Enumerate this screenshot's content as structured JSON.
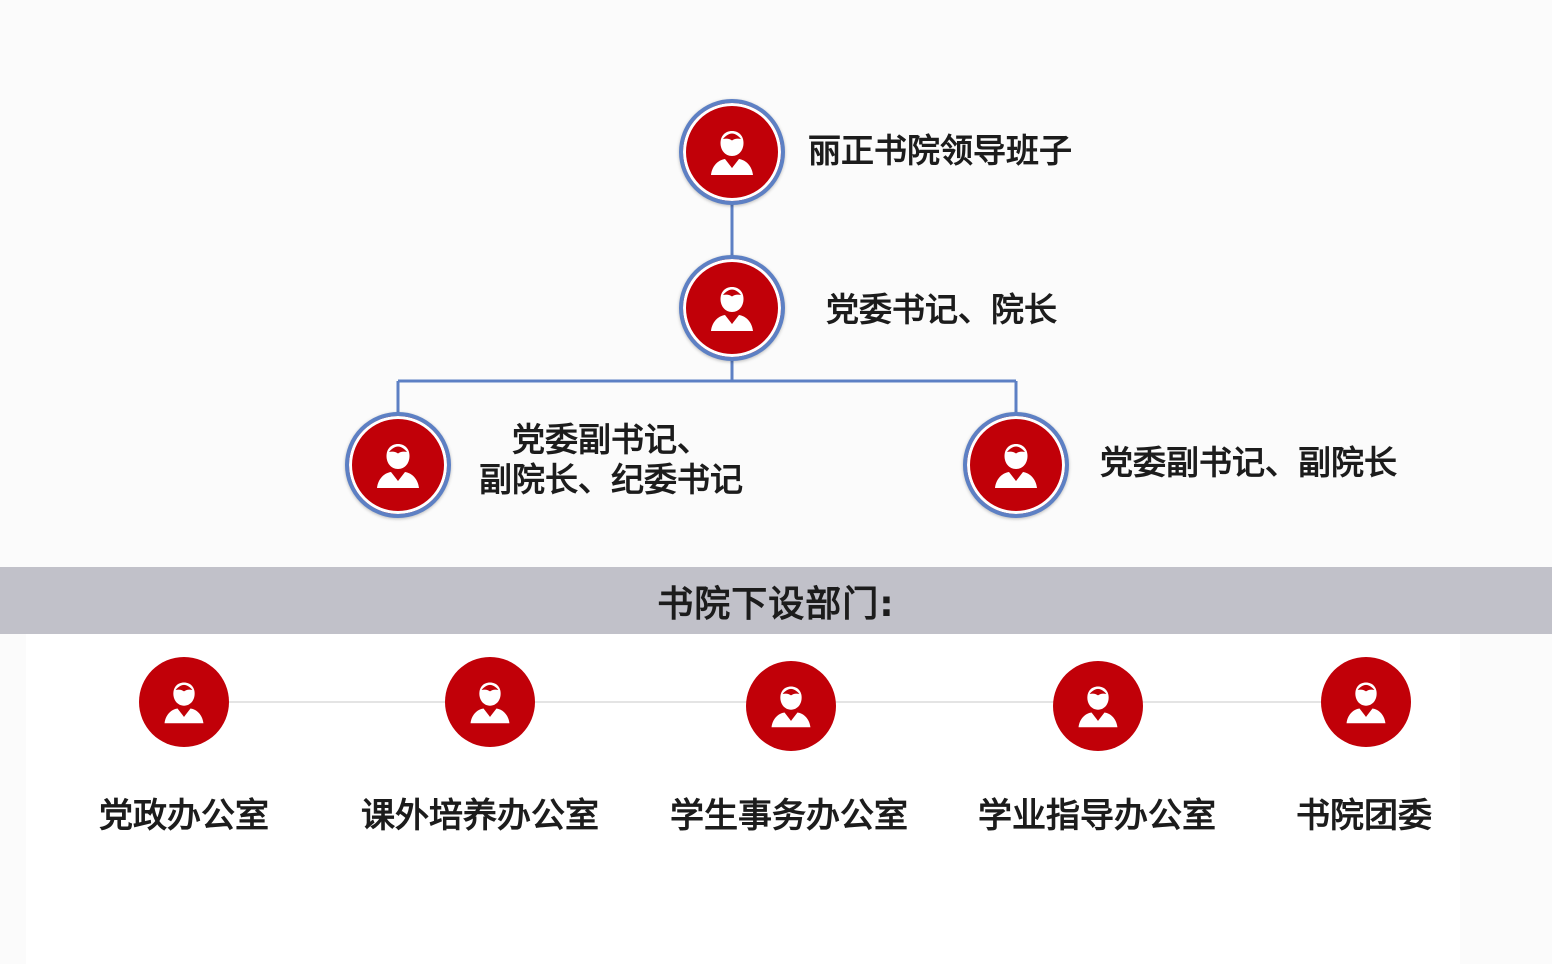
{
  "leadership": {
    "top": {
      "label": "丽正书院领导班子",
      "icon": "person-icon"
    },
    "second": {
      "label": "党委书记、院长",
      "icon": "person-icon"
    },
    "left": {
      "label_line1": "党委副书记、",
      "label_line2": "副院长、纪委书记",
      "icon": "person-icon"
    },
    "right": {
      "label": "党委副书记、副院长",
      "icon": "person-icon"
    }
  },
  "banner": {
    "title": "书院下设部门:"
  },
  "departments": [
    {
      "label": "党政办公室",
      "icon": "person-icon"
    },
    {
      "label": "课外培养办公室",
      "icon": "person-icon"
    },
    {
      "label": "学生事务办公室",
      "icon": "person-icon"
    },
    {
      "label": "学业指导办公室",
      "icon": "person-icon"
    },
    {
      "label": "书院团委",
      "icon": "person-icon"
    }
  ],
  "colors": {
    "node_fill": "#c10008",
    "ring": "#5d80c4",
    "connector": "#5d80c4",
    "banner": "#c1c1c9"
  }
}
